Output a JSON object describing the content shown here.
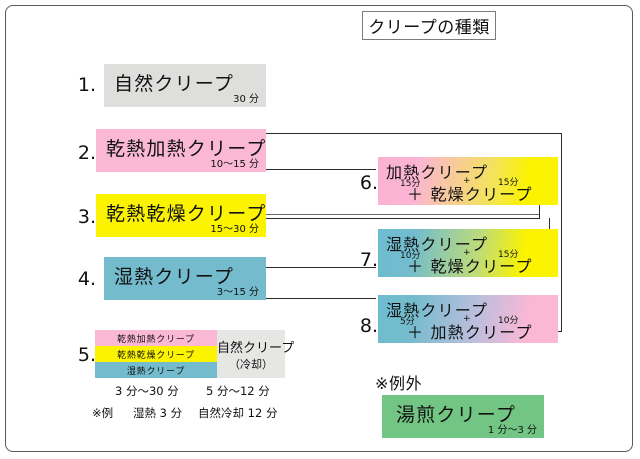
{
  "title": "クリープの種類",
  "items": [
    {
      "number": "1.",
      "name": "自然クリープ",
      "time": "30 分"
    },
    {
      "number": "2.",
      "name": "乾熱加熱クリープ",
      "time": "10〜15 分"
    },
    {
      "number": "3.",
      "name": "乾熱乾燥クリープ",
      "time": "15〜30 分"
    },
    {
      "number": "4.",
      "name": "湿熱クリープ",
      "time": "3〜15 分"
    }
  ],
  "item5": {
    "number": "5.",
    "bars": [
      {
        "name": "乾熱加熱クリープ",
        "color": "#fab8d5"
      },
      {
        "name": "乾熱乾燥クリープ",
        "color": "#fbf300"
      },
      {
        "name": "湿熱クリープ",
        "color": "#74bccd"
      }
    ],
    "cooling": {
      "line1": "自然クリープ",
      "line2": "（冷却）"
    },
    "time_left": "3 分〜30 分",
    "time_right": "5 分〜12 分",
    "example_marker": "※例",
    "example_left": "湿熱 3 分",
    "example_right": "自然冷却 12 分"
  },
  "combos": [
    {
      "number": "6.",
      "line1": "加熱クリープ",
      "line2": "＋ 乾燥クリープ",
      "time1": "15分",
      "plus": "+",
      "time2": "15分"
    },
    {
      "number": "7.",
      "line1": "湿熱クリープ",
      "line2": "＋ 乾燥クリープ",
      "time1": "10分",
      "plus": "+",
      "time2": "15分"
    },
    {
      "number": "8.",
      "line1": "湿熱クリープ",
      "line2": "＋ 加熱クリープ",
      "time1": "5分",
      "plus": "+",
      "time2": "10分"
    }
  ],
  "exception": {
    "label": "※例外",
    "name": "湯煎クリープ",
    "time": "1 分〜3 分"
  },
  "colors": {
    "gray": "#dededd",
    "pink": "#fab8d5",
    "yellow": "#fbf300",
    "blue": "#74bccd",
    "green": "#72c583",
    "line": "#2b2b2b",
    "frame": "#555a5e"
  }
}
